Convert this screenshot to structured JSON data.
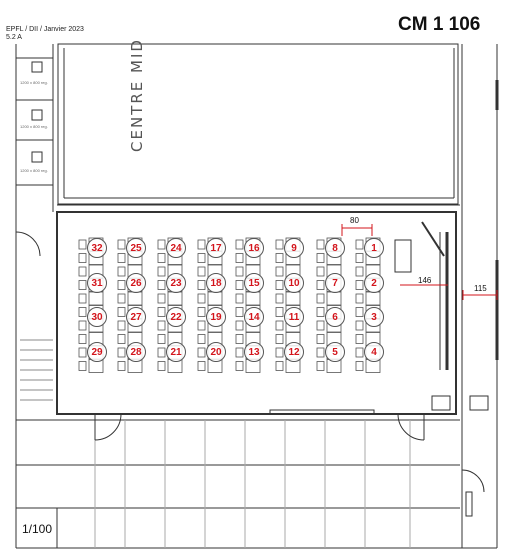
{
  "header": {
    "source": "EPFL / DII / Janvier 2023",
    "floor": "5.2 A",
    "room": "CM 1 106"
  },
  "scale": "1/100",
  "wall_text": "CENTRE MID",
  "furniture_note": "1200 x 800 reg.",
  "dimensions": {
    "seat_spacing": "80",
    "front_offset": "146",
    "corridor": "115"
  },
  "seats": [
    {
      "n": "1"
    },
    {
      "n": "2"
    },
    {
      "n": "3"
    },
    {
      "n": "4"
    },
    {
      "n": "5"
    },
    {
      "n": "6"
    },
    {
      "n": "7"
    },
    {
      "n": "8"
    },
    {
      "n": "9"
    },
    {
      "n": "10"
    },
    {
      "n": "11"
    },
    {
      "n": "12"
    },
    {
      "n": "13"
    },
    {
      "n": "14"
    },
    {
      "n": "15"
    },
    {
      "n": "16"
    },
    {
      "n": "17"
    },
    {
      "n": "18"
    },
    {
      "n": "19"
    },
    {
      "n": "20"
    },
    {
      "n": "21"
    },
    {
      "n": "22"
    },
    {
      "n": "23"
    },
    {
      "n": "24"
    },
    {
      "n": "25"
    },
    {
      "n": "26"
    },
    {
      "n": "27"
    },
    {
      "n": "28"
    },
    {
      "n": "29"
    },
    {
      "n": "30"
    },
    {
      "n": "31"
    },
    {
      "n": "32"
    }
  ],
  "colors": {
    "seat_number": "#d3141b",
    "dimension_line": "#d3141b",
    "wall": "#333333"
  }
}
